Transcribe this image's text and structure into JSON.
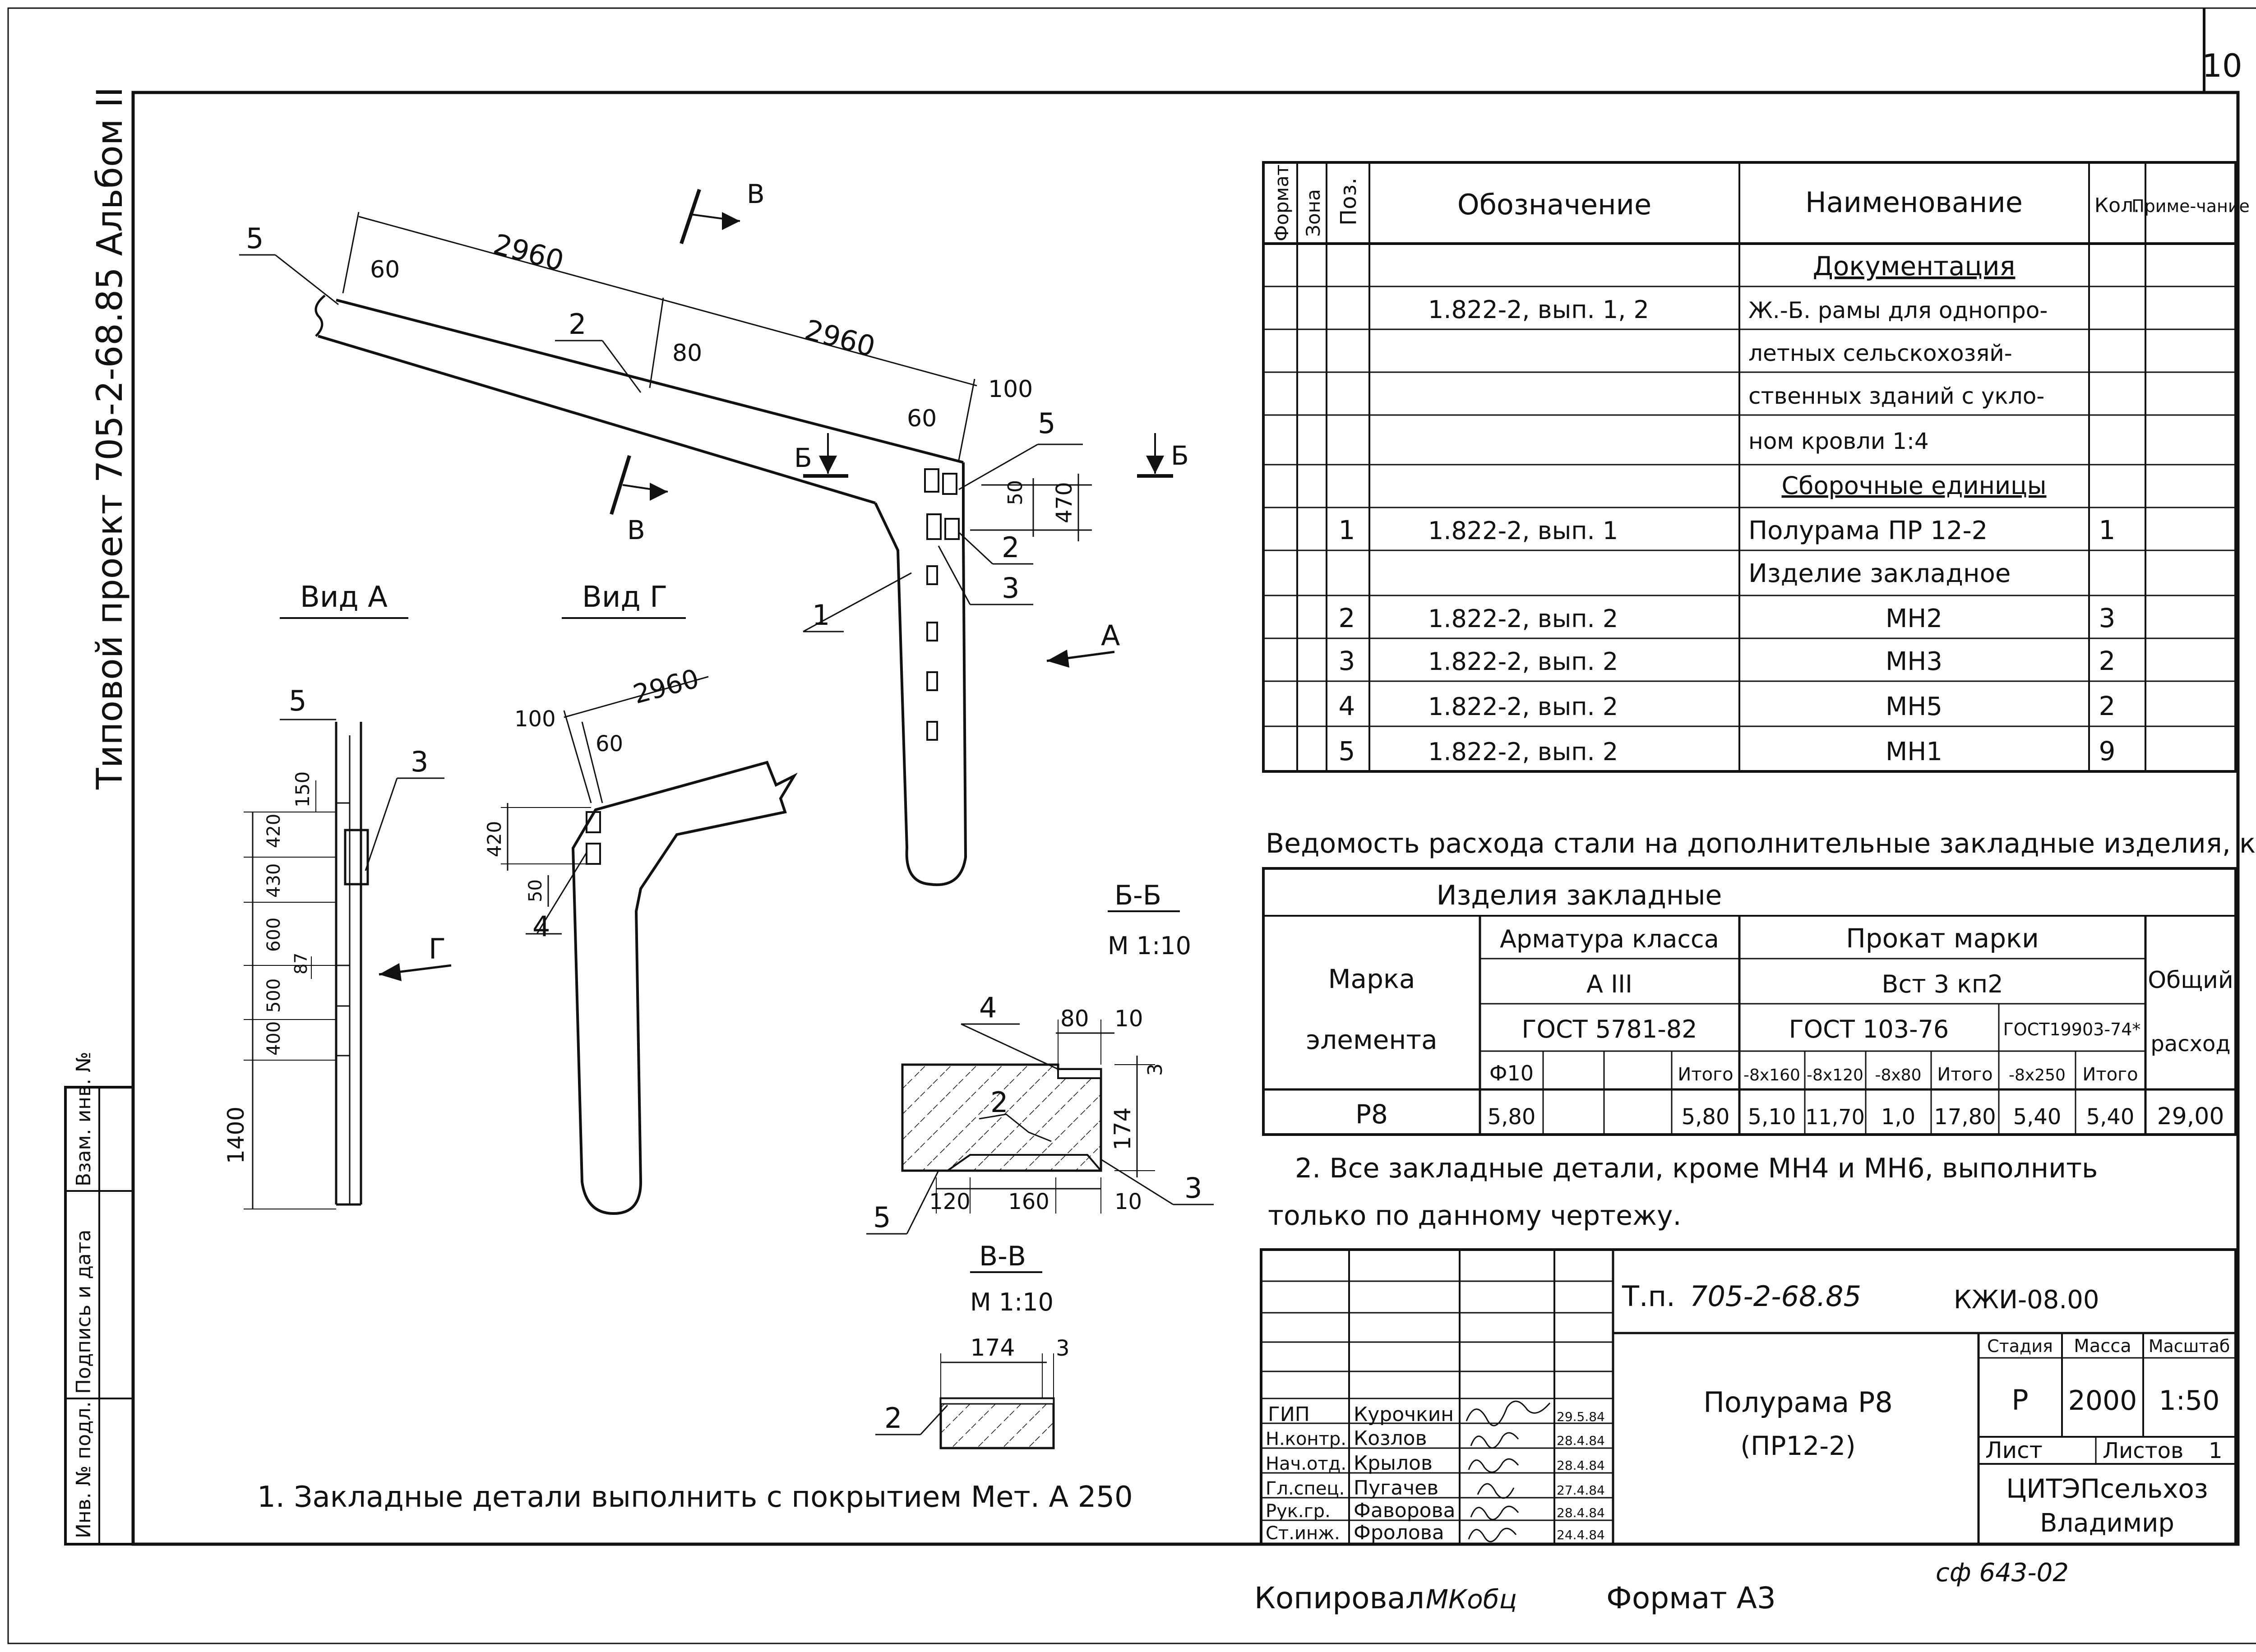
{
  "sheet": {
    "page_number": "10",
    "side_label": "Типовой проект 705-2-68.85 Альбом II",
    "copied_by_label": "Копировал",
    "copied_signature": "МКобц",
    "format_label": "Формат А3",
    "archive_mark": "сф 643-02"
  },
  "left_strip": {
    "cells": [
      "Инв. № подл.",
      "Подпись и дата",
      "Взам. инв. №"
    ]
  },
  "spec_table": {
    "headers": {
      "format": "Формат",
      "zone": "Зона",
      "pos": "Поз.",
      "designation": "Обозначение",
      "name": "Наименование",
      "qty": "Кол.",
      "note": "Приме-чание"
    },
    "section_docs": "Документация",
    "doc_row": {
      "designation": "1.822-2, вып. 1, 2",
      "name_lines": [
        "Ж.-Б. рамы для однопро-",
        "летных сельскохозяй-",
        "ственных зданий с укло-",
        "ном кровли 1:4"
      ]
    },
    "section_assemblies": "Сборочные единицы",
    "rows": [
      {
        "pos": "1",
        "designation": "1.822-2, вып. 1",
        "name": "Полурама ПР 12-2",
        "qty": "1"
      },
      {
        "pos": "",
        "designation": "",
        "name": "Изделие закладное",
        "qty": ""
      },
      {
        "pos": "2",
        "designation": "1.822-2, вып. 2",
        "name": "МН2",
        "qty": "3"
      },
      {
        "pos": "3",
        "designation": "1.822-2, вып. 2",
        "name": "МН3",
        "qty": "2"
      },
      {
        "pos": "4",
        "designation": "1.822-2, вып. 2",
        "name": "МН5",
        "qty": "2"
      },
      {
        "pos": "5",
        "designation": "1.822-2, вып. 2",
        "name": "МН1",
        "qty": "9"
      }
    ]
  },
  "steel_table": {
    "title": "Ведомость расхода стали на дополнительные закладные изделия, кг",
    "group_header": "Изделия закладные",
    "mark_header_lines": [
      "Марка",
      "элемента"
    ],
    "rebar_header": "Арматура класса",
    "rebar_class": "А III",
    "rebar_gost": "ГОСТ 5781-82",
    "rolled_header": "Прокат марки",
    "rolled_grade": "Вст 3 кп2",
    "rolled_gost_1": "ГОСТ 103-76",
    "rolled_gost_2": "ГОСТ19903-74*",
    "total_header_lines": [
      "Общий",
      "расход"
    ],
    "subheaders": [
      "Ф10",
      "",
      "",
      "Итого",
      "-8х160",
      "-8х120",
      "-8х80",
      "Итого",
      "-8х250",
      "Итого"
    ],
    "row": {
      "mark": "Р8",
      "values": [
        "5,80",
        "",
        "",
        "5,80",
        "5,10",
        "11,70",
        "1,0",
        "17,80",
        "5,40",
        "5,40"
      ],
      "total": "29,00"
    }
  },
  "notes": {
    "note1": "1. Закладные детали выполнить с покрытием Мет. А 250",
    "note2_line1": "2. Все закладные детали, кроме МН4 и МН6, выполнить",
    "note2_line2": "только по данному чертежу."
  },
  "drawing": {
    "main_dims": {
      "d2960a": "2960",
      "d2960b": "2960",
      "d60a": "60",
      "d80": "80",
      "d100": "100",
      "d60b": "60",
      "d50": "50",
      "d470": "470"
    },
    "callouts": {
      "c1": "1",
      "c2a": "2",
      "c2b": "2",
      "c3": "3",
      "c5a": "5",
      "c5b": "5"
    },
    "section_marks": {
      "v_top": "В",
      "v_bottom": "В",
      "b_left": "Б",
      "b_right": "Б",
      "a_arrow": "А"
    },
    "view_a": {
      "title": "Вид А",
      "callout_5": "5",
      "callout_3": "3",
      "dims": [
        "150",
        "420",
        "430",
        "600",
        "87",
        "500",
        "400",
        "1400"
      ],
      "arrow_label": "Г"
    },
    "view_g": {
      "title": "Вид Г",
      "dims": {
        "d100": "100",
        "d60": "60",
        "d2960": "2960",
        "d420": "420",
        "d50": "50"
      },
      "callout_4": "4"
    },
    "section_bb": {
      "title": "Б-Б",
      "scale": "М 1:10",
      "callout_4": "4",
      "callout_2": "2",
      "callout_3": "3",
      "callout_5": "5",
      "dims": {
        "d80": "80",
        "d10a": "10",
        "d3": "3",
        "d174": "174",
        "d120": "120",
        "d160": "160",
        "d10b": "10"
      }
    },
    "section_vv": {
      "title": "В-В",
      "scale": "М 1:10",
      "callout_2": "2",
      "dims": {
        "d174": "174",
        "d3": "3"
      }
    }
  },
  "title_block": {
    "project_code_prefix": "Т.п.",
    "project_code": "705-2-68.85",
    "doc_code": "КЖИ-08.00",
    "object_name_line1": "Полурама Р8",
    "object_name_line2": "(ПР12-2)",
    "stage_header": "Стадия",
    "mass_header": "Масса",
    "scale_header": "Масштаб",
    "stage": "Р",
    "mass": "2000",
    "scale": "1:50",
    "sheet_label": "Лист",
    "sheets_label": "Листов",
    "sheets_count": "1",
    "org_line1": "ЦИТЭПсельхоз",
    "org_line2": "Владимир",
    "signers": [
      {
        "role": "ГИП",
        "name": "Курочкин",
        "date": "29.5.84"
      },
      {
        "role": "Н.контр.",
        "name": "Козлов",
        "date": "28.4.84"
      },
      {
        "role": "Нач.отд.",
        "name": "Крылов",
        "date": "28.4.84"
      },
      {
        "role": "Гл.спец.",
        "name": "Пугачев",
        "date": "27.4.84"
      },
      {
        "role": "Рук.гр.",
        "name": "Фаворова",
        "date": "28.4.84"
      },
      {
        "role": "Ст.инж.",
        "name": "Фролова",
        "date": "24.4.84"
      }
    ]
  }
}
